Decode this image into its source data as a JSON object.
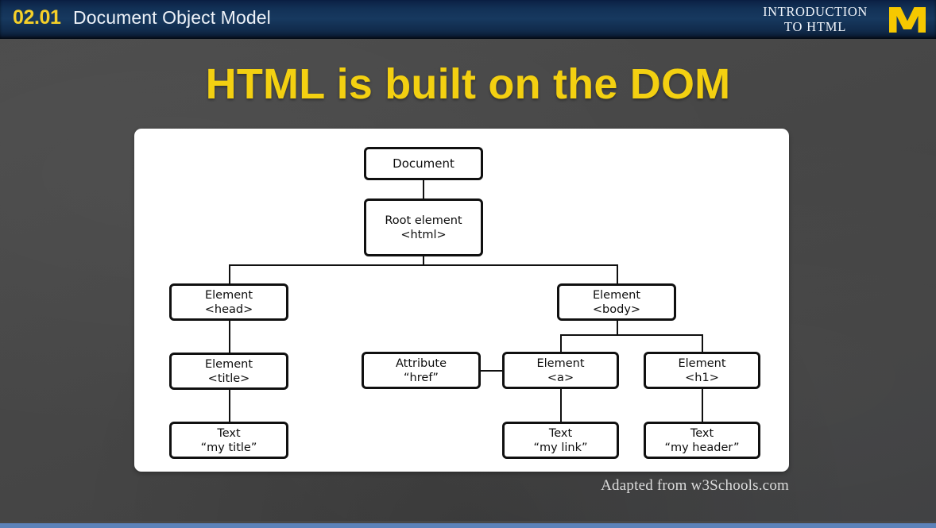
{
  "header": {
    "number": "02.01",
    "title": "Document Object Model",
    "course_line1": "INTRODUCTION",
    "course_line2": "TO HTML",
    "logo": "michigan-block-m",
    "bg_color": "#123156",
    "accent_color": "#f6d029"
  },
  "slide": {
    "title": "HTML is built on the DOM",
    "title_color": "#f3d011",
    "background_color": "#474747",
    "credit": "Adapted from w3Schools.com"
  },
  "diagram": {
    "type": "tree",
    "nodes": [
      {
        "id": "document",
        "line1": "Document",
        "line2": ""
      },
      {
        "id": "root",
        "line1": "Root element",
        "line2": "<html>"
      },
      {
        "id": "head",
        "line1": "Element",
        "line2": "<head>"
      },
      {
        "id": "body",
        "line1": "Element",
        "line2": "<body>"
      },
      {
        "id": "title",
        "line1": "Element",
        "line2": "<title>"
      },
      {
        "id": "attribute",
        "line1": "Attribute",
        "line2": "“href”"
      },
      {
        "id": "anchor",
        "line1": "Element",
        "line2": "<a>"
      },
      {
        "id": "h1",
        "line1": "Element",
        "line2": "<h1>"
      },
      {
        "id": "text-title",
        "line1": "Text",
        "line2": "“my title”"
      },
      {
        "id": "text-link",
        "line1": "Text",
        "line2": "“my link”"
      },
      {
        "id": "text-head",
        "line1": "Text",
        "line2": "“my header”"
      }
    ],
    "edges": [
      {
        "from": "document",
        "to": "root"
      },
      {
        "from": "root",
        "to": "head"
      },
      {
        "from": "root",
        "to": "body"
      },
      {
        "from": "head",
        "to": "title"
      },
      {
        "from": "title",
        "to": "text-title"
      },
      {
        "from": "body",
        "to": "anchor"
      },
      {
        "from": "body",
        "to": "h1"
      },
      {
        "from": "anchor",
        "to": "attribute"
      },
      {
        "from": "anchor",
        "to": "text-link"
      },
      {
        "from": "h1",
        "to": "text-head"
      }
    ]
  },
  "progress": {
    "percent": 100,
    "color": "#5b82b9"
  }
}
